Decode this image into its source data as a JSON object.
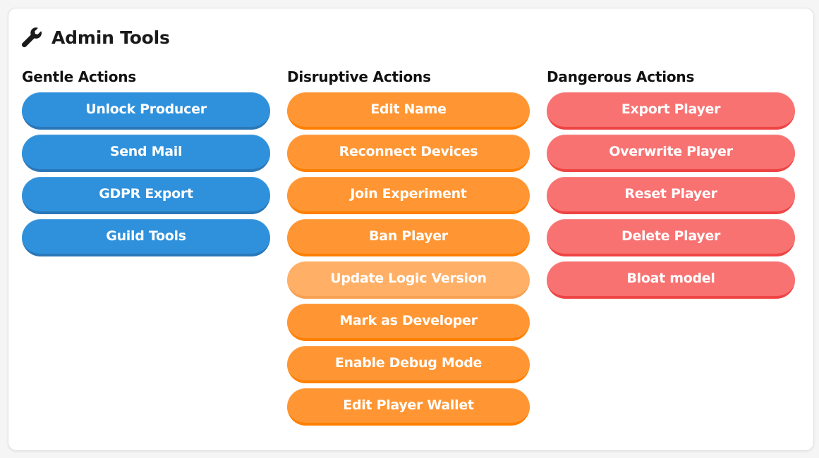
{
  "header": {
    "icon": "wrench-icon",
    "title": "Admin Tools"
  },
  "colors": {
    "gentle": "#2f91dc",
    "disruptive": "#ff9633",
    "disruptive_disabled": "#ffaf66",
    "dangerous": "#f87272"
  },
  "gentle": {
    "heading": "Gentle Actions",
    "buttons": [
      {
        "label": "Unlock Producer"
      },
      {
        "label": "Send Mail"
      },
      {
        "label": "GDPR Export"
      },
      {
        "label": "Guild Tools"
      }
    ]
  },
  "disruptive": {
    "heading": "Disruptive Actions",
    "buttons": [
      {
        "label": "Edit Name"
      },
      {
        "label": "Reconnect Devices"
      },
      {
        "label": "Join Experiment"
      },
      {
        "label": "Ban Player"
      },
      {
        "label": "Update Logic Version",
        "disabled": true
      },
      {
        "label": "Mark as Developer"
      },
      {
        "label": "Enable Debug Mode"
      },
      {
        "label": "Edit Player Wallet"
      }
    ]
  },
  "dangerous": {
    "heading": "Dangerous Actions",
    "buttons": [
      {
        "label": "Export Player"
      },
      {
        "label": "Overwrite Player"
      },
      {
        "label": "Reset Player"
      },
      {
        "label": "Delete Player"
      },
      {
        "label": "Bloat model"
      }
    ]
  }
}
